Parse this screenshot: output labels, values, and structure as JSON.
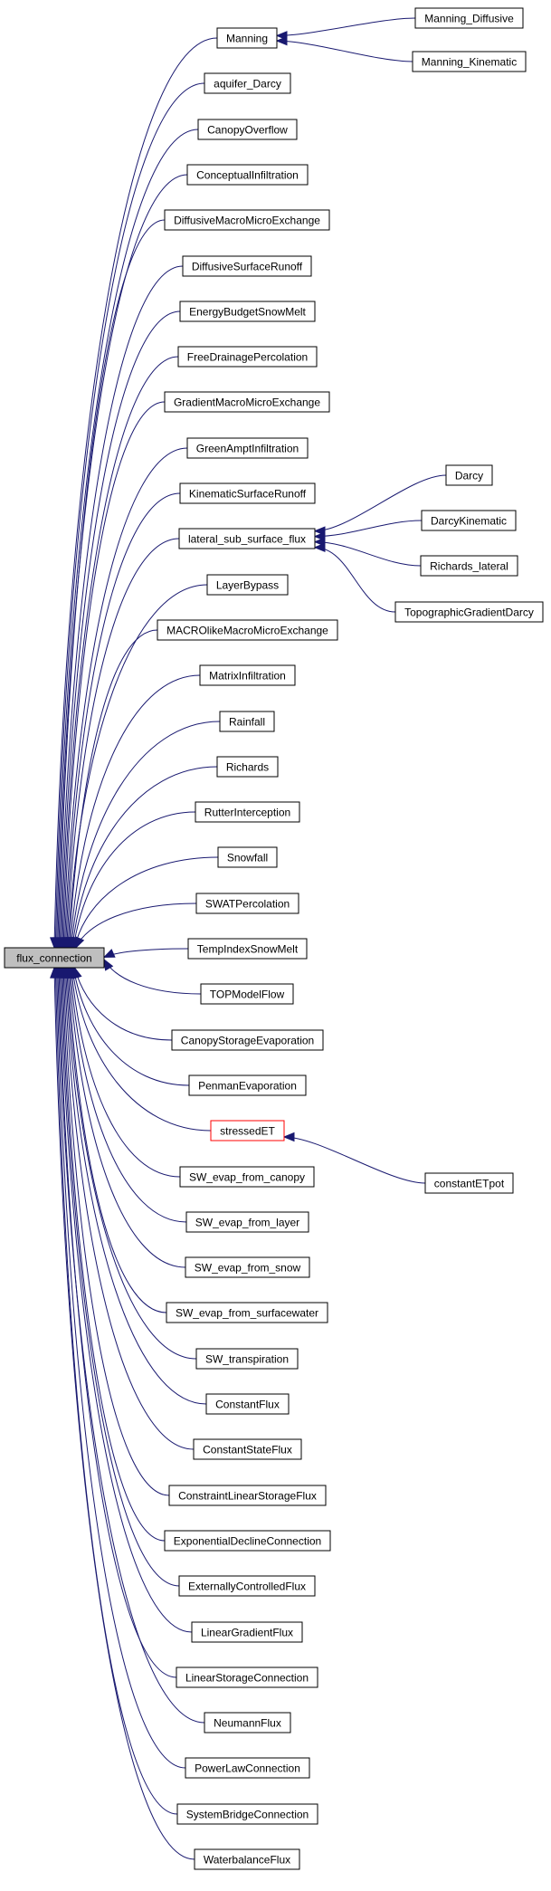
{
  "diagram": {
    "root": "flux_connection",
    "derived": [
      "Manning",
      "aquifer_Darcy",
      "CanopyOverflow",
      "ConceptualInfiltration",
      "DiffusiveMacroMicroExchange",
      "DiffusiveSurfaceRunoff",
      "EnergyBudgetSnowMelt",
      "FreeDrainagePercolation",
      "GradientMacroMicroExchange",
      "GreenAmptInfiltration",
      "KinematicSurfaceRunoff",
      "lateral_sub_surface_flux",
      "LayerBypass",
      "MACROlikeMacroMicroExchange",
      "MatrixInfiltration",
      "Rainfall",
      "Richards",
      "RutterInterception",
      "Snowfall",
      "SWATPercolation",
      "TempIndexSnowMelt",
      "TOPModelFlow",
      "CanopyStorageEvaporation",
      "PenmanEvaporation",
      "stressedET",
      "SW_evap_from_canopy",
      "SW_evap_from_layer",
      "SW_evap_from_snow",
      "SW_evap_from_surfacewater",
      "SW_transpiration",
      "ConstantFlux",
      "ConstantStateFlux",
      "ConstraintLinearStorageFlux",
      "ExponentialDeclineConnection",
      "ExternallyControlledFlux",
      "LinearGradientFlux",
      "LinearStorageConnection",
      "NeumannFlux",
      "PowerLawConnection",
      "SystemBridgeConnection",
      "WaterbalanceFlux"
    ],
    "sub_derived": [
      {
        "parent": "Manning",
        "children": [
          "Manning_Diffusive",
          "Manning_Kinematic"
        ]
      },
      {
        "parent": "lateral_sub_surface_flux",
        "children": [
          "Darcy",
          "DarcyKinematic",
          "Richards_lateral",
          "TopographicGradientDarcy"
        ]
      },
      {
        "parent": "stressedET",
        "children": [
          "constantETpot"
        ]
      }
    ],
    "highlighted": "stressedET",
    "colors": {
      "edge": "#191970",
      "root_fill": "#bfbfbf",
      "highlight_border": "#ff0000"
    }
  }
}
